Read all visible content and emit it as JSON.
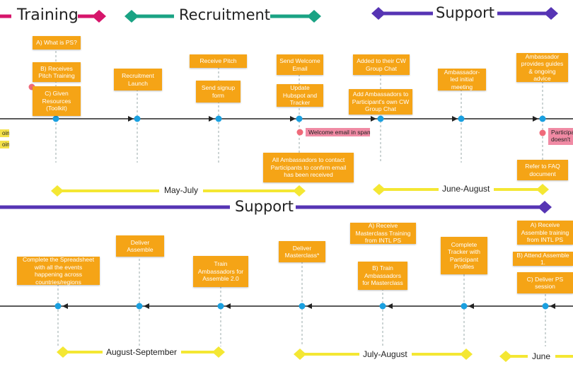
{
  "headers": {
    "training": "Training",
    "recruitment": "Recruitment",
    "support_top": "Support",
    "support_bottom": "Support"
  },
  "colors": {
    "training": "#d6156b",
    "recruitment": "#1aa384",
    "support": "#5634b4",
    "period": "#f4e733",
    "note": "#f5a416",
    "timeline_dot": "#1aa0e0",
    "warning_dot": "#ef6a7a",
    "warning_note": "#f08aa4"
  },
  "top_row": {
    "notes": {
      "what_is_ps": "A) What is PS?",
      "receives_pitch_training": "B) Receives Pitch Training",
      "given_resources": "C) Given Resources (Toolkit)",
      "recruitment_launch": "Recruitment Launch",
      "receive_pitch": "Receive Pitch",
      "send_signup_form": "Send signup form",
      "send_welcome_email": "Send Welcome Email",
      "update_hubspot": "Update Hubspot and Tracker",
      "contact_participants": "All Ambassadors to contact Participants to confirm email has been received",
      "added_cw_chat": "Added to their CW Group Chat",
      "add_ambassadors_chat": "Add Ambassadors to Participant's own CW Group Chat",
      "ambassador_initial_meeting": "Ambassador-led initial meeting",
      "ambassador_guides": "Ambassador provides guides & ongoing advice",
      "refer_faq": "Refer to FAQ document"
    },
    "warnings": {
      "welcome_spam": "Welcome email in spam",
      "participant_edge": "Participant doesn't e"
    },
    "left_edge_notes": [
      "oint",
      "oint"
    ],
    "periods": {
      "may_july": "May-July",
      "june_august": "June-August"
    }
  },
  "bottom_row": {
    "notes": {
      "complete_spreadsheet": "Complete the Spreadsheet with all the events happening across countries/regions",
      "deliver_assemble": "Deliver Assemble",
      "train_assemble": "Train Ambassadors for Assemble 2.0",
      "deliver_masterclass": "Deliver Masterclass*",
      "receive_masterclass": "A) Receive Masterclass Training from INTL PS",
      "train_masterclass": "B) Train Ambassadors for Masterclass",
      "complete_tracker": "Complete Tracker with Participant Profiles",
      "receive_assemble_training": "A) Receive Assemble training from INTL PS",
      "attend_assemble": "B) Attend Assemble 1.",
      "deliver_ps_session": "C) Deliver PS session"
    },
    "periods": {
      "august_september": "August-September",
      "july_august": "July-August",
      "june": "June"
    }
  }
}
